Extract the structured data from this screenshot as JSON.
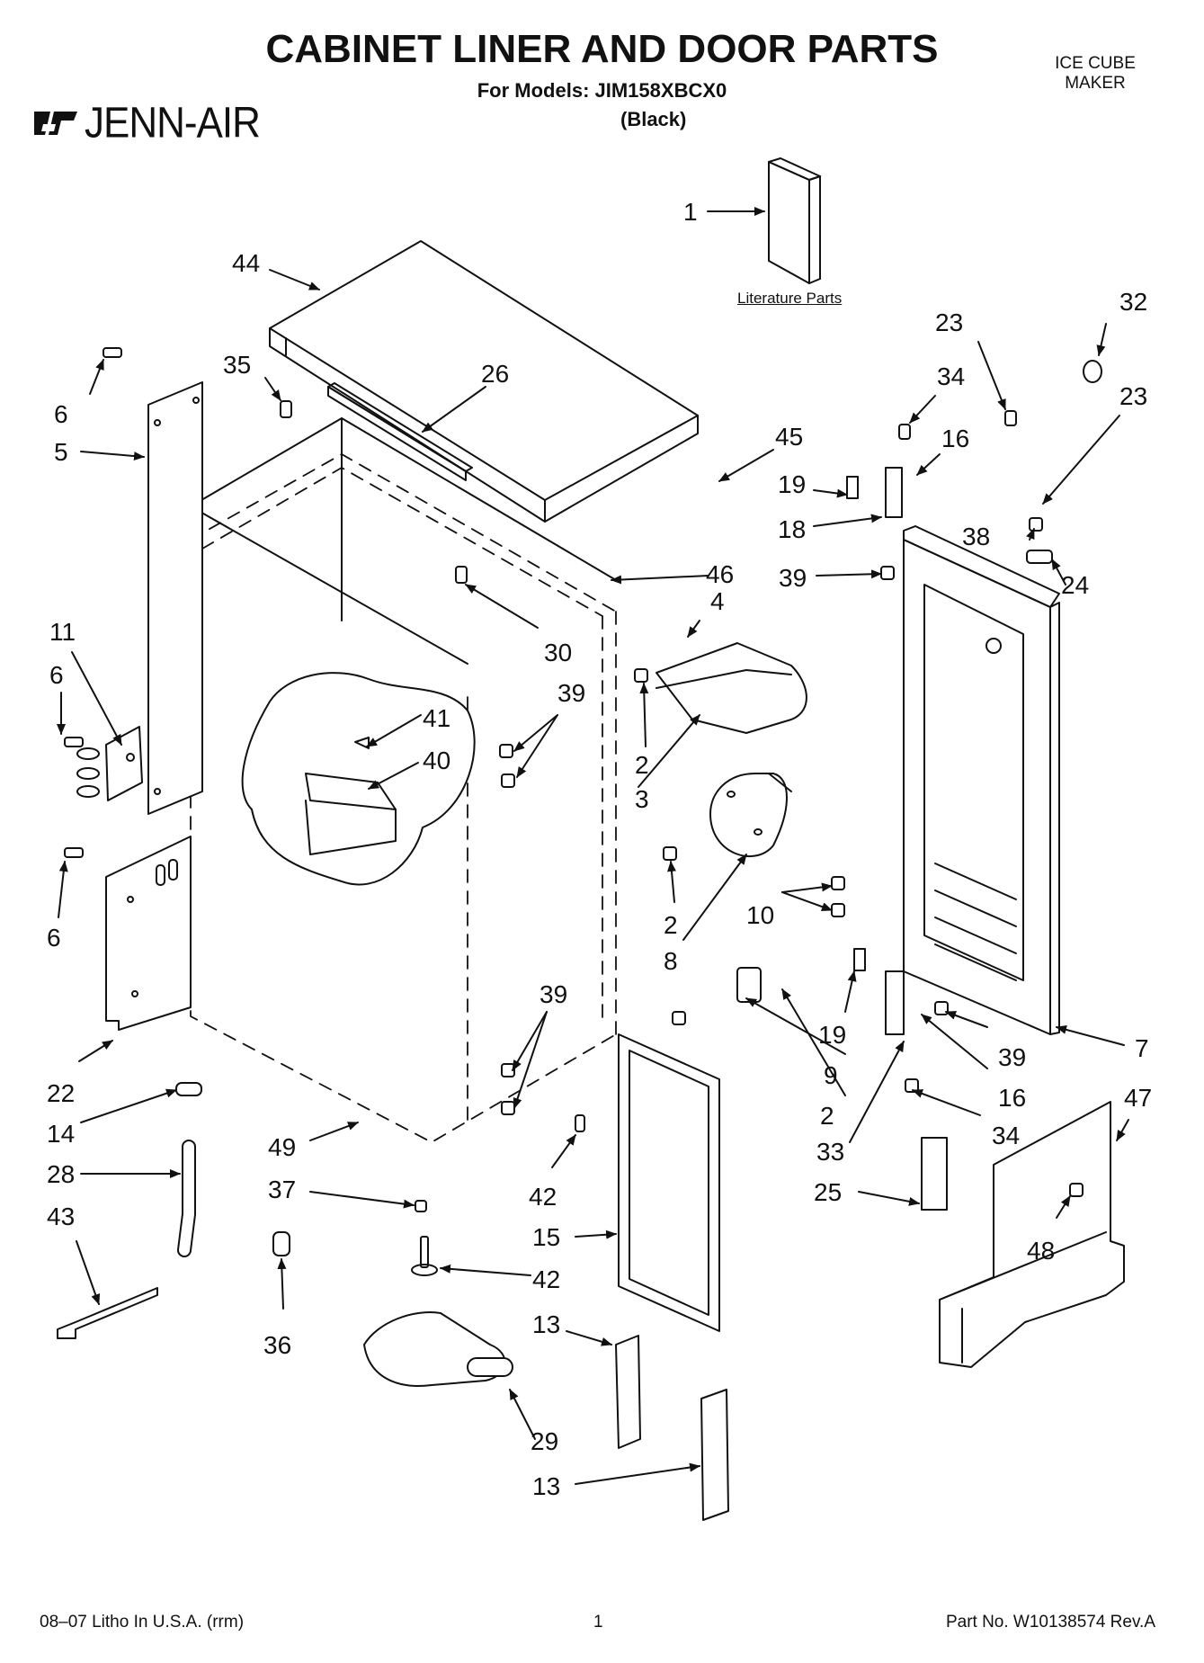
{
  "header": {
    "title": "CABINET LINER AND DOOR PARTS",
    "models": "For Models: JIM158XBCX0",
    "color": "(Black)",
    "category_line1": "ICE CUBE",
    "category_line2": "MAKER",
    "brand": "JENN-AIR"
  },
  "literature_label": "Literature Parts",
  "footer": {
    "litho": "08–07 Litho In U.S.A. (rrm)",
    "page": "1",
    "part_no": "Part No. W10138574 Rev.A"
  },
  "callouts": [
    {
      "id": "c1",
      "text": "1"
    },
    {
      "id": "c44",
      "text": "44"
    },
    {
      "id": "c35",
      "text": "35"
    },
    {
      "id": "c26",
      "text": "26"
    },
    {
      "id": "c6a",
      "text": "6"
    },
    {
      "id": "c5",
      "text": "5"
    },
    {
      "id": "c45",
      "text": "45"
    },
    {
      "id": "c23a",
      "text": "23"
    },
    {
      "id": "c32",
      "text": "32"
    },
    {
      "id": "c34a",
      "text": "34"
    },
    {
      "id": "c23b",
      "text": "23"
    },
    {
      "id": "c16a",
      "text": "16"
    },
    {
      "id": "c19a",
      "text": "19"
    },
    {
      "id": "c18",
      "text": "18"
    },
    {
      "id": "c38",
      "text": "38"
    },
    {
      "id": "c24",
      "text": "24"
    },
    {
      "id": "c39a",
      "text": "39"
    },
    {
      "id": "c46",
      "text": "46"
    },
    {
      "id": "c4",
      "text": "4"
    },
    {
      "id": "c30",
      "text": "30"
    },
    {
      "id": "c11",
      "text": "11"
    },
    {
      "id": "c6b",
      "text": "6"
    },
    {
      "id": "c39b",
      "text": "39"
    },
    {
      "id": "c41",
      "text": "41"
    },
    {
      "id": "c40",
      "text": "40"
    },
    {
      "id": "c2a",
      "text": "2"
    },
    {
      "id": "c3",
      "text": "3"
    },
    {
      "id": "c10",
      "text": "10"
    },
    {
      "id": "c2b",
      "text": "2"
    },
    {
      "id": "c8",
      "text": "8"
    },
    {
      "id": "c6c",
      "text": "6"
    },
    {
      "id": "c22",
      "text": "22"
    },
    {
      "id": "c14",
      "text": "14"
    },
    {
      "id": "c28",
      "text": "28"
    },
    {
      "id": "c43",
      "text": "43"
    },
    {
      "id": "c39c",
      "text": "39"
    },
    {
      "id": "c49",
      "text": "49"
    },
    {
      "id": "c37",
      "text": "37"
    },
    {
      "id": "c42a",
      "text": "42"
    },
    {
      "id": "c19b",
      "text": "19"
    },
    {
      "id": "c9",
      "text": "9"
    },
    {
      "id": "c2c",
      "text": "2"
    },
    {
      "id": "c33",
      "text": "33"
    },
    {
      "id": "c39d",
      "text": "39"
    },
    {
      "id": "c16b",
      "text": "16"
    },
    {
      "id": "c34b",
      "text": "34"
    },
    {
      "id": "c7",
      "text": "7"
    },
    {
      "id": "c47",
      "text": "47"
    },
    {
      "id": "c25",
      "text": "25"
    },
    {
      "id": "c48",
      "text": "48"
    },
    {
      "id": "c15",
      "text": "15"
    },
    {
      "id": "c42b",
      "text": "42"
    },
    {
      "id": "c36",
      "text": "36"
    },
    {
      "id": "c13a",
      "text": "13"
    },
    {
      "id": "c29",
      "text": "29"
    },
    {
      "id": "c13b",
      "text": "13"
    }
  ]
}
